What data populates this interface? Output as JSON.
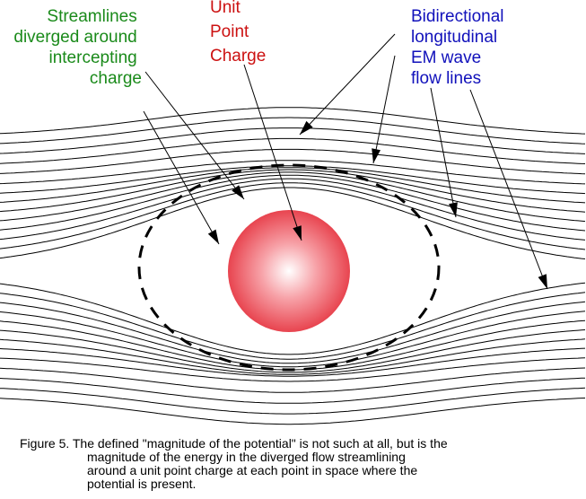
{
  "labels": {
    "streamlines": {
      "lines": [
        "Streamlines",
        "diverged around",
        "intercepting",
        "charge"
      ],
      "color": "#1a8a1a"
    },
    "charge": {
      "lines": [
        "Unit",
        "Point",
        "Charge"
      ],
      "color": "#cc1111"
    },
    "flow": {
      "lines": [
        "Bidirectional",
        "longitudinal",
        "EM wave",
        "flow lines"
      ],
      "color": "#1111bb"
    }
  },
  "caption": {
    "lines": [
      "Figure 5.   The defined \"magnitude of the potential\" is not such at all, but is the",
      "magnitude of the energy in the diverged flow streamlining",
      "around a unit point charge at each point in space where the",
      "potential is present."
    ]
  },
  "colors": {
    "sphere_core": "#ffffff",
    "sphere_mid": "#f7a2a8",
    "sphere_edge": "#e8444f",
    "lines": "#000000"
  }
}
